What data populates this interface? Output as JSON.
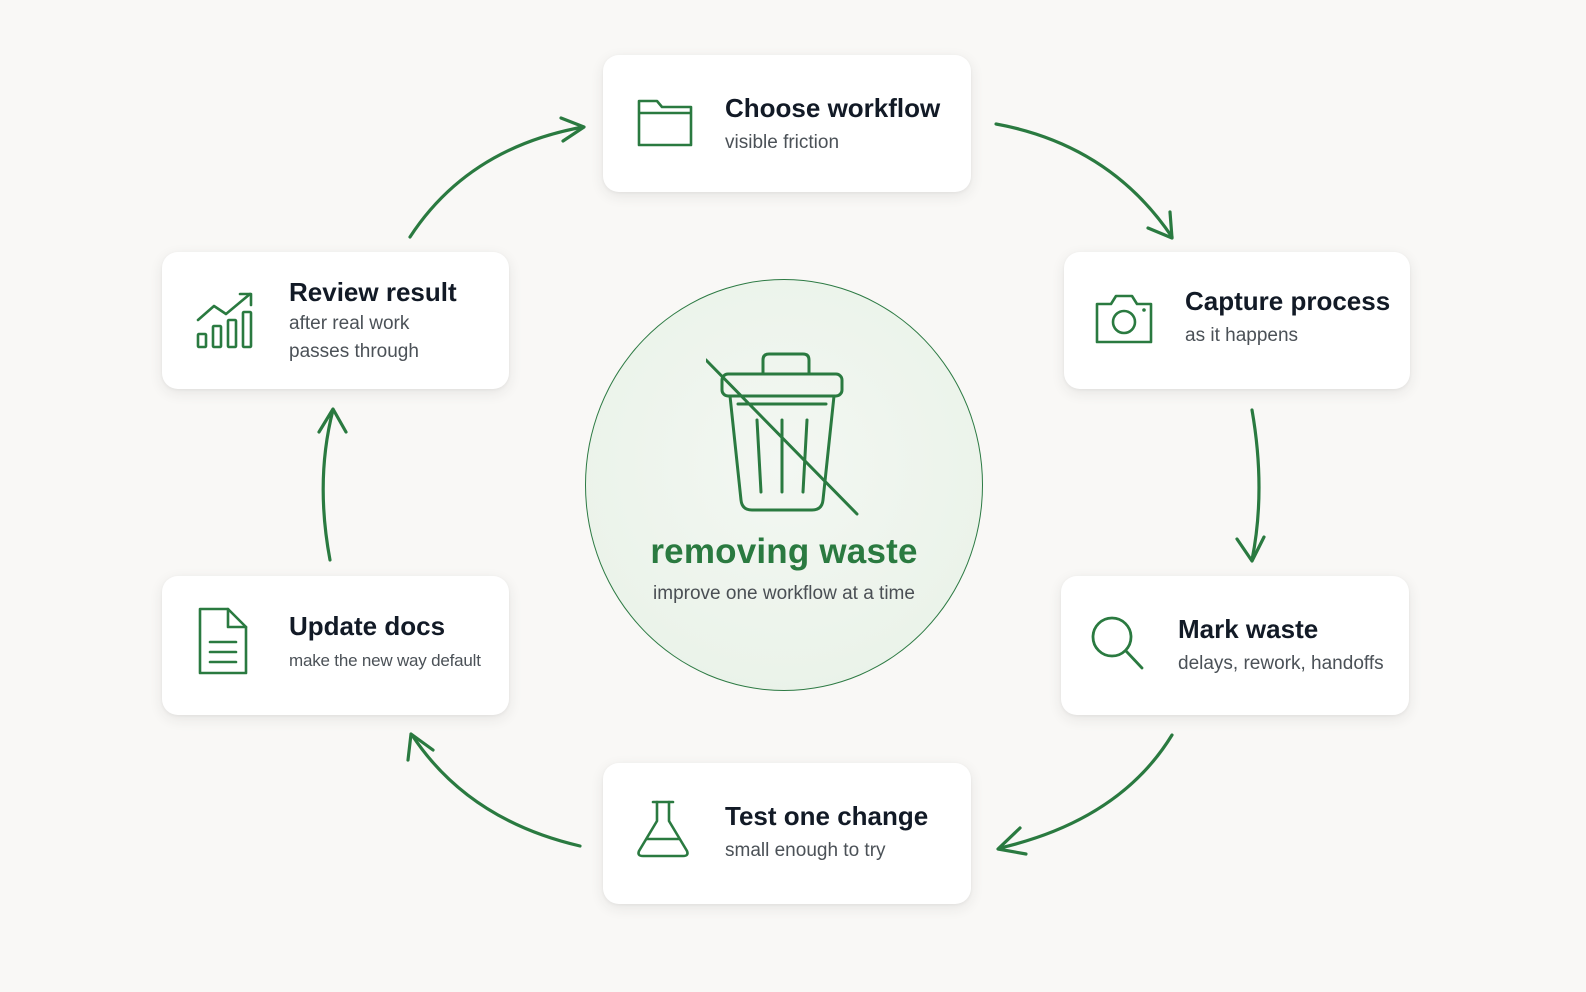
{
  "diagram": {
    "accent_color": "#2a7a40",
    "center": {
      "icon": "trash-can-crossed-icon",
      "title": "removing waste",
      "subtitle": "improve one workflow at a time"
    },
    "steps": [
      {
        "icon": "folder-icon",
        "title": "Choose workflow",
        "subtitle": "visible friction"
      },
      {
        "icon": "camera-icon",
        "title": "Capture process",
        "subtitle": "as it happens"
      },
      {
        "icon": "search-icon",
        "title": "Mark waste",
        "subtitle": "delays, rework, handoffs"
      },
      {
        "icon": "flask-icon",
        "title": "Test one change",
        "subtitle": "small enough to try"
      },
      {
        "icon": "document-icon",
        "title": "Update docs",
        "subtitle": "make the new way default"
      },
      {
        "icon": "chart-growth-icon",
        "title": "Review result",
        "subtitle_lines": [
          "after real work",
          "passes through"
        ]
      }
    ]
  }
}
